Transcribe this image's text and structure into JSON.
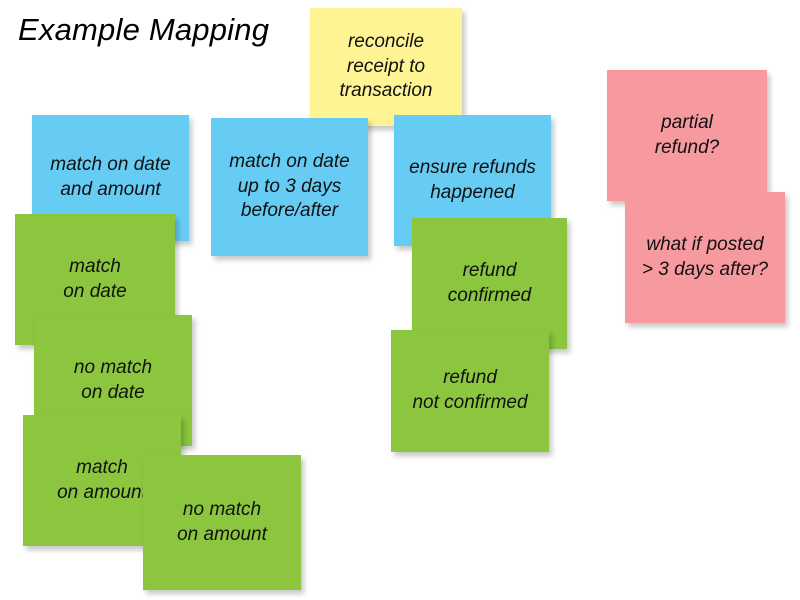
{
  "page": {
    "title": "Example Mapping",
    "background": "#ffffff"
  },
  "colors": {
    "yellow": "#fef493",
    "blue": "#67ccf4",
    "green": "#8cc63e",
    "pink": "#f79aa0",
    "text": "#111111",
    "title_text": "#000000"
  },
  "notes": {
    "story": {
      "text": "reconcile\nreceipt to\ntransaction",
      "color": "yellow",
      "kind": "story"
    },
    "rule_match_date_amount": {
      "text": "match on date\nand amount",
      "color": "blue",
      "kind": "rule"
    },
    "rule_match_date_3days": {
      "text": "match on date\nup to 3 days\nbefore/after",
      "color": "blue",
      "kind": "rule"
    },
    "rule_ensure_refunds": {
      "text": "ensure refunds\nhappened",
      "color": "blue",
      "kind": "rule"
    },
    "example_match_on_date": {
      "text": "match\non date",
      "color": "green",
      "kind": "example"
    },
    "example_no_match_on_date": {
      "text": "no match\non date",
      "color": "green",
      "kind": "example"
    },
    "example_match_on_amount": {
      "text": "match\non amount",
      "color": "green",
      "kind": "example"
    },
    "example_no_match_on_amount": {
      "text": "no match\non amount",
      "color": "green",
      "kind": "example"
    },
    "example_refund_confirmed": {
      "text": "refund\nconfirmed",
      "color": "green",
      "kind": "example"
    },
    "example_refund_not_confirmed": {
      "text": "refund\nnot confirmed",
      "color": "green",
      "kind": "example"
    },
    "question_partial_refund": {
      "text": "partial\nrefund?",
      "color": "pink",
      "kind": "question"
    },
    "question_posted_after": {
      "text": "what if posted\n> 3 days after?",
      "color": "pink",
      "kind": "question"
    }
  }
}
